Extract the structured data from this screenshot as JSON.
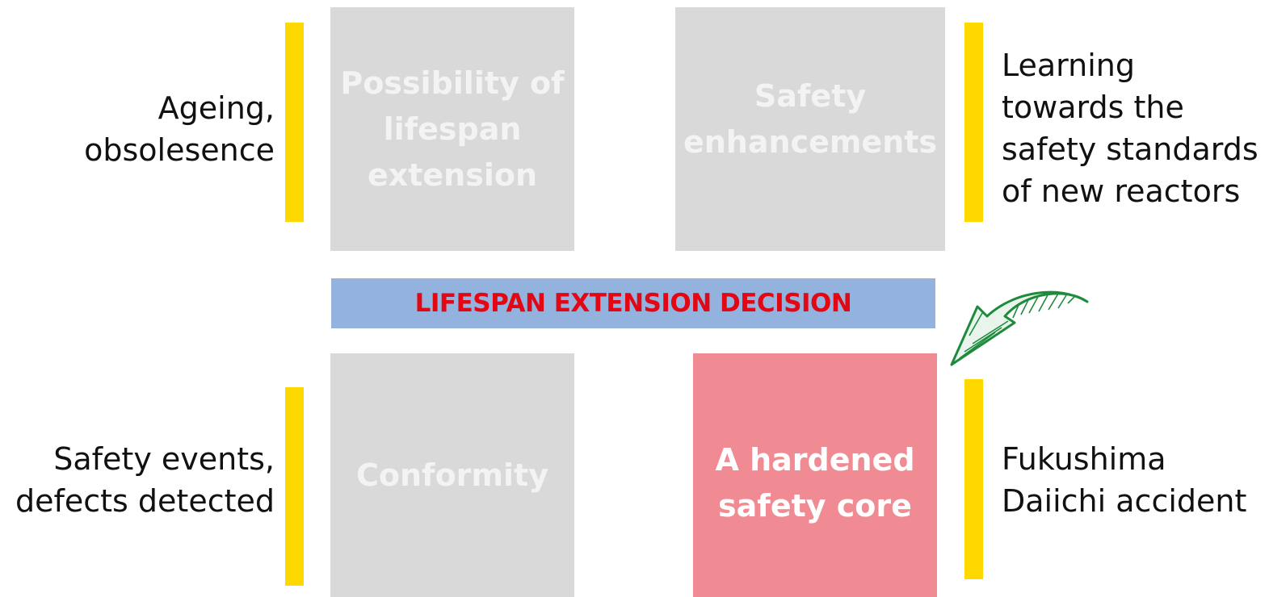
{
  "boxes": {
    "lifespan": "Possibility of\nlifespan\nextension",
    "safety_enh": "Safety\nenhancements",
    "conformity": "Conformity",
    "core": "A hardened\nsafety core"
  },
  "labels": {
    "ageing": "Ageing,\nobsolesence",
    "learning": "Learning\ntowards the\nsafety standards\nof new reactors",
    "events": "Safety events,\ndefects detected",
    "fukushima": "Fukushima\nDaiichi accident"
  },
  "banner": "LIFESPAN EXTENSION DECISION",
  "colors": {
    "grey_box": "#d9d9d9",
    "core_box": "#f08b94",
    "banner": "#93b2de",
    "banner_text": "#e30613",
    "bar": "#ffd800",
    "arrow": "#1e8a3c"
  }
}
